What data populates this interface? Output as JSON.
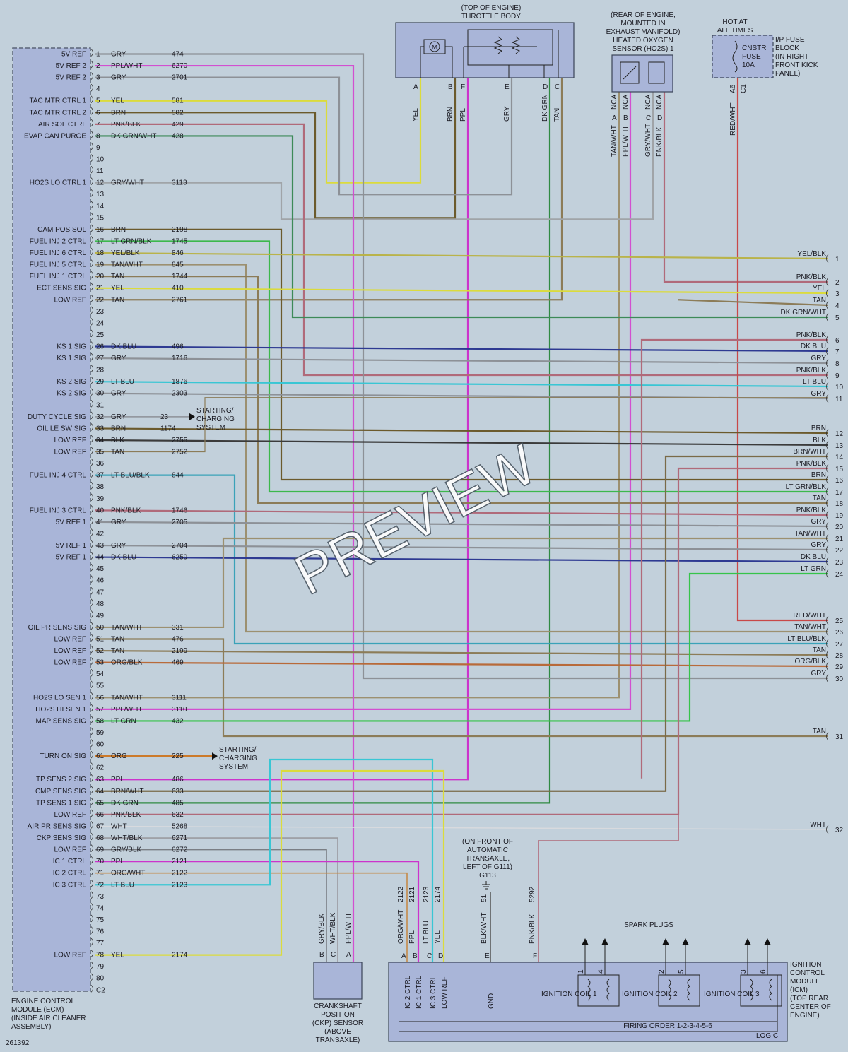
{
  "watermark": "PREVIEW",
  "figure_id": "261392",
  "ecm": {
    "label_lines": [
      "ENGINE CONTROL",
      "MODULE (ECM)",
      "(INSIDE AIR CLEANER",
      "ASSEMBLY)"
    ],
    "pins": [
      {
        "n": "1",
        "f": "5V REF",
        "c": "GRY",
        "k": "474"
      },
      {
        "n": "2",
        "f": "5V REF 2",
        "c": "PPL/WHT",
        "k": "6270"
      },
      {
        "n": "3",
        "f": "5V REF 2",
        "c": "GRY",
        "k": "2701"
      },
      {
        "n": "4",
        "f": "",
        "c": "",
        "k": ""
      },
      {
        "n": "5",
        "f": "TAC MTR CTRL 1",
        "c": "YEL",
        "k": "581"
      },
      {
        "n": "6",
        "f": "TAC MTR CTRL 2",
        "c": "BRN",
        "k": "582"
      },
      {
        "n": "7",
        "f": "AIR SOL CTRL",
        "c": "PNK/BLK",
        "k": "429"
      },
      {
        "n": "8",
        "f": "EVAP CAN PURGE",
        "c": "DK GRN/WHT",
        "k": "428"
      },
      {
        "n": "9",
        "f": "",
        "c": "",
        "k": ""
      },
      {
        "n": "10",
        "f": "",
        "c": "",
        "k": ""
      },
      {
        "n": "11",
        "f": "",
        "c": "",
        "k": ""
      },
      {
        "n": "12",
        "f": "HO2S LO CTRL 1",
        "c": "GRY/WHT",
        "k": "3113"
      },
      {
        "n": "13",
        "f": "",
        "c": "",
        "k": ""
      },
      {
        "n": "14",
        "f": "",
        "c": "",
        "k": ""
      },
      {
        "n": "15",
        "f": "",
        "c": "",
        "k": ""
      },
      {
        "n": "16",
        "f": "CAM POS SOL",
        "c": "BRN",
        "k": "2198"
      },
      {
        "n": "17",
        "f": "FUEL INJ 2 CTRL",
        "c": "LT GRN/BLK",
        "k": "1745"
      },
      {
        "n": "18",
        "f": "FUEL INJ 6 CTRL",
        "c": "YEL/BLK",
        "k": "846"
      },
      {
        "n": "19",
        "f": "FUEL INJ 5 CTRL",
        "c": "TAN/WHT",
        "k": "845"
      },
      {
        "n": "20",
        "f": "FUEL INJ 1 CTRL",
        "c": "TAN",
        "k": "1744"
      },
      {
        "n": "21",
        "f": "ECT SENS SIG",
        "c": "YEL",
        "k": "410"
      },
      {
        "n": "22",
        "f": "LOW REF",
        "c": "TAN",
        "k": "2761"
      },
      {
        "n": "23",
        "f": "",
        "c": "",
        "k": ""
      },
      {
        "n": "24",
        "f": "",
        "c": "",
        "k": ""
      },
      {
        "n": "25",
        "f": "",
        "c": "",
        "k": ""
      },
      {
        "n": "26",
        "f": "KS 1 SIG",
        "c": "DK BLU",
        "k": "496"
      },
      {
        "n": "27",
        "f": "KS 1 SIG",
        "c": "GRY",
        "k": "1716"
      },
      {
        "n": "28",
        "f": "",
        "c": "",
        "k": ""
      },
      {
        "n": "29",
        "f": "KS 2 SIG",
        "c": "LT BLU",
        "k": "1876"
      },
      {
        "n": "30",
        "f": "KS 2 SIG",
        "c": "GRY",
        "k": "2303"
      },
      {
        "n": "31",
        "f": "",
        "c": "",
        "k": ""
      },
      {
        "n": "32",
        "f": "DUTY CYCLE SIG",
        "c": "GRY",
        "k": "23"
      },
      {
        "n": "33",
        "f": "OIL LE SW SIG",
        "c": "BRN",
        "k": "1174"
      },
      {
        "n": "34",
        "f": "LOW REF",
        "c": "BLK",
        "k": "2755"
      },
      {
        "n": "35",
        "f": "LOW REF",
        "c": "TAN",
        "k": "2752"
      },
      {
        "n": "36",
        "f": "",
        "c": "",
        "k": ""
      },
      {
        "n": "37",
        "f": "FUEL INJ 4 CTRL",
        "c": "LT BLU/BLK",
        "k": "844"
      },
      {
        "n": "38",
        "f": "",
        "c": "",
        "k": ""
      },
      {
        "n": "39",
        "f": "",
        "c": "",
        "k": ""
      },
      {
        "n": "40",
        "f": "FUEL INJ 3 CTRL",
        "c": "PNK/BLK",
        "k": "1746"
      },
      {
        "n": "41",
        "f": "5V REF 1",
        "c": "GRY",
        "k": "2705"
      },
      {
        "n": "42",
        "f": "",
        "c": "",
        "k": ""
      },
      {
        "n": "43",
        "f": "5V REF 1",
        "c": "GRY",
        "k": "2704"
      },
      {
        "n": "44",
        "f": "5V REF 1",
        "c": "DK BLU",
        "k": "6259"
      },
      {
        "n": "45",
        "f": "",
        "c": "",
        "k": ""
      },
      {
        "n": "46",
        "f": "",
        "c": "",
        "k": ""
      },
      {
        "n": "47",
        "f": "",
        "c": "",
        "k": ""
      },
      {
        "n": "48",
        "f": "",
        "c": "",
        "k": ""
      },
      {
        "n": "49",
        "f": "",
        "c": "",
        "k": ""
      },
      {
        "n": "50",
        "f": "OIL PR SENS SIG",
        "c": "TAN/WHT",
        "k": "331"
      },
      {
        "n": "51",
        "f": "LOW REF",
        "c": "TAN",
        "k": "476"
      },
      {
        "n": "52",
        "f": "LOW REF",
        "c": "TAN",
        "k": "2199"
      },
      {
        "n": "53",
        "f": "LOW REF",
        "c": "ORG/BLK",
        "k": "469"
      },
      {
        "n": "54",
        "f": "",
        "c": "",
        "k": ""
      },
      {
        "n": "55",
        "f": "",
        "c": "",
        "k": ""
      },
      {
        "n": "56",
        "f": "HO2S LO SEN 1",
        "c": "TAN/WHT",
        "k": "3111"
      },
      {
        "n": "57",
        "f": "HO2S HI SEN 1",
        "c": "PPL/WHT",
        "k": "3110"
      },
      {
        "n": "58",
        "f": "MAP SENS SIG",
        "c": "LT GRN",
        "k": "432"
      },
      {
        "n": "59",
        "f": "",
        "c": "",
        "k": ""
      },
      {
        "n": "60",
        "f": "",
        "c": "",
        "k": ""
      },
      {
        "n": "61",
        "f": "TURN ON SIG",
        "c": "ORG",
        "k": "225"
      },
      {
        "n": "62",
        "f": "",
        "c": "",
        "k": ""
      },
      {
        "n": "63",
        "f": "TP SENS 2 SIG",
        "c": "PPL",
        "k": "486"
      },
      {
        "n": "64",
        "f": "CMP SENS SIG",
        "c": "BRN/WHT",
        "k": "633"
      },
      {
        "n": "65",
        "f": "TP SENS 1 SIG",
        "c": "DK GRN",
        "k": "485"
      },
      {
        "n": "66",
        "f": "LOW REF",
        "c": "PNK/BLK",
        "k": "632"
      },
      {
        "n": "67",
        "f": "AIR PR SENS SIG",
        "c": "WHT",
        "k": "5268"
      },
      {
        "n": "68",
        "f": "CKP SENS SIG",
        "c": "WHT/BLK",
        "k": "6271"
      },
      {
        "n": "69",
        "f": "LOW REF",
        "c": "GRY/BLK",
        "k": "6272"
      },
      {
        "n": "70",
        "f": "IC 1 CTRL",
        "c": "PPL",
        "k": "2121"
      },
      {
        "n": "71",
        "f": "IC 2 CTRL",
        "c": "ORG/WHT",
        "k": "2122"
      },
      {
        "n": "72",
        "f": "IC 3 CTRL",
        "c": "LT BLU",
        "k": "2123"
      },
      {
        "n": "73",
        "f": "",
        "c": "",
        "k": ""
      },
      {
        "n": "74",
        "f": "",
        "c": "",
        "k": ""
      },
      {
        "n": "75",
        "f": "",
        "c": "",
        "k": ""
      },
      {
        "n": "76",
        "f": "",
        "c": "",
        "k": ""
      },
      {
        "n": "77",
        "f": "",
        "c": "",
        "k": ""
      },
      {
        "n": "78",
        "f": "LOW REF",
        "c": "YEL",
        "k": "2174"
      },
      {
        "n": "79",
        "f": "",
        "c": "",
        "k": ""
      },
      {
        "n": "80",
        "f": "",
        "c": "",
        "k": ""
      },
      {
        "n": "C2",
        "f": "",
        "c": "",
        "k": ""
      }
    ]
  },
  "right_terminals": [
    {
      "n": "1",
      "c": "YEL/BLK"
    },
    {
      "n": "2",
      "c": "PNK/BLK"
    },
    {
      "n": "3",
      "c": "YEL"
    },
    {
      "n": "4",
      "c": "TAN"
    },
    {
      "n": "5",
      "c": "DK GRN/WHT"
    },
    {
      "n": "6",
      "c": "PNK/BLK"
    },
    {
      "n": "7",
      "c": "DK BLU"
    },
    {
      "n": "8",
      "c": "GRY"
    },
    {
      "n": "9",
      "c": "PNK/BLK"
    },
    {
      "n": "10",
      "c": "LT BLU"
    },
    {
      "n": "11",
      "c": "GRY"
    },
    {
      "n": "12",
      "c": "BRN"
    },
    {
      "n": "13",
      "c": "BLK"
    },
    {
      "n": "14",
      "c": "BRN/WHT"
    },
    {
      "n": "15",
      "c": "PNK/BLK"
    },
    {
      "n": "16",
      "c": "BRN"
    },
    {
      "n": "17",
      "c": "LT GRN/BLK"
    },
    {
      "n": "18",
      "c": "TAN"
    },
    {
      "n": "19",
      "c": "PNK/BLK"
    },
    {
      "n": "20",
      "c": "GRY"
    },
    {
      "n": "21",
      "c": "TAN/WHT"
    },
    {
      "n": "22",
      "c": "GRY"
    },
    {
      "n": "23",
      "c": "DK BLU"
    },
    {
      "n": "24",
      "c": "LT GRN"
    },
    {
      "n": "25",
      "c": "RED/WHT"
    },
    {
      "n": "26",
      "c": "TAN/WHT"
    },
    {
      "n": "27",
      "c": "LT BLU/BLK"
    },
    {
      "n": "28",
      "c": "TAN"
    },
    {
      "n": "29",
      "c": "ORG/BLK"
    },
    {
      "n": "30",
      "c": "GRY"
    },
    {
      "n": "31",
      "c": "TAN"
    },
    {
      "n": "32",
      "c": "WHT"
    }
  ],
  "throttle_body": {
    "title_lines": [
      "(TOP OF ENGINE)",
      "THROTTLE BODY"
    ],
    "motor": "M",
    "pins": [
      "A",
      "B",
      "F",
      "E",
      "D",
      "C"
    ],
    "wires": [
      "YEL",
      "BRN",
      "PPL",
      "GRY",
      "DK GRN",
      "TAN"
    ]
  },
  "ho2s": {
    "title_lines": [
      "(REAR OF ENGINE,",
      "MOUNTED IN",
      "EXHAUST MANIFOLD)",
      "HEATED OXYGEN",
      "SENSOR (HO2S) 1"
    ],
    "pins": [
      "A",
      "B",
      "C",
      "D"
    ],
    "nca": "NCA",
    "wires": [
      "TAN/WHT",
      "PPL/WHT",
      "GRY/WHT",
      "PNK/BLK"
    ]
  },
  "fuse": {
    "hot_lines": [
      "HOT AT",
      "ALL TIMES"
    ],
    "fuse_lines": [
      "CNSTR",
      "FUSE",
      "10A"
    ],
    "block_lines": [
      "I/P FUSE",
      "BLOCK",
      "(IN RIGHT",
      "FRONT KICK",
      "PANEL)"
    ],
    "pins": [
      "A6",
      "C1"
    ],
    "wire": "RED/WHT"
  },
  "starting_charging": [
    "STARTING/",
    "CHARGING",
    "SYSTEM"
  ],
  "ckp": {
    "label_lines": [
      "CRANKSHAFT",
      "POSITION",
      "(CKP) SENSOR",
      "(ABOVE",
      "TRANSAXLE)"
    ],
    "pins": [
      "B",
      "C",
      "A"
    ],
    "wires": [
      "GRY/BLK",
      "WHT/BLK",
      "PPL/WHT"
    ]
  },
  "icm": {
    "label_lines": [
      "IGNITION",
      "CONTROL",
      "MODULE",
      "(ICM)",
      "(TOP REAR",
      "CENTER OF",
      "ENGINE)"
    ],
    "pins": [
      "A",
      "B",
      "C",
      "D",
      "E",
      "F"
    ],
    "wires": [
      "ORG/WHT",
      "PPL",
      "LT BLU",
      "YEL",
      "BLK/WHT",
      "PNK/BLK"
    ],
    "ckts": [
      "2122",
      "2121",
      "2123",
      "2174",
      "51",
      "5292"
    ],
    "inner": [
      "IC 2 CTRL",
      "IC 1 CTRL",
      "IC 3 CTRL",
      "LOW REF",
      "GND"
    ],
    "coils": [
      "IGNITION COIL 1",
      "IGNITION COIL 2",
      "IGNITION COIL 3"
    ],
    "coil_pins": [
      "1",
      "4",
      "2",
      "5",
      "3",
      "6"
    ],
    "spark_plugs": "SPARK PLUGS",
    "firing_order": "FIRING ORDER 1-2-3-4-5-6",
    "logic": "LOGIC"
  },
  "ground": {
    "label_lines": [
      "(ON FRONT OF",
      "AUTOMATIC",
      "TRANSAXLE,",
      "LEFT OF G111)",
      "G113"
    ]
  },
  "colors": {
    "background": "#c2d0db",
    "box": "#a9b5d8",
    "wire_gray": "#8c9096"
  }
}
